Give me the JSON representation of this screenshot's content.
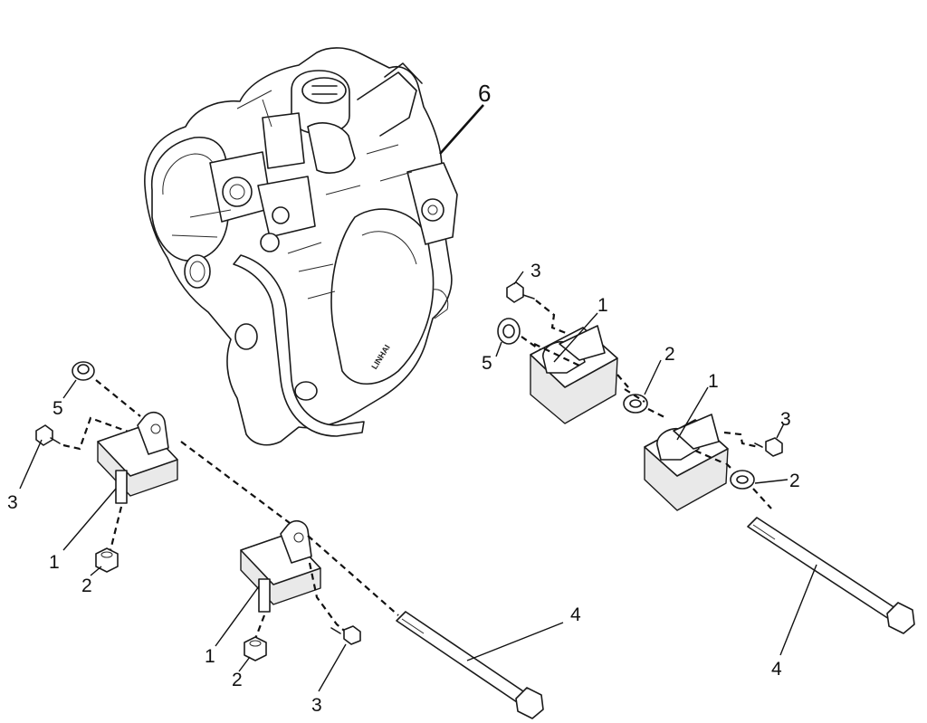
{
  "diagram": {
    "engine_brand_mark": "LINHAI",
    "callouts": {
      "engine": "6",
      "left_washer": "5",
      "left_bolt_a": "3",
      "left_bracket_a": "1",
      "left_nut_a": "2",
      "left_bracket_b": "1",
      "left_nut_b": "2",
      "left_bolt_b": "3",
      "left_shaft": "4",
      "right_bolt_a": "3",
      "right_mount_a": "1",
      "right_washer": "5",
      "right_spacer_a": "2",
      "right_mount_b": "1",
      "right_bolt_b": "3",
      "right_spacer_b": "2",
      "right_shaft": "4"
    }
  }
}
